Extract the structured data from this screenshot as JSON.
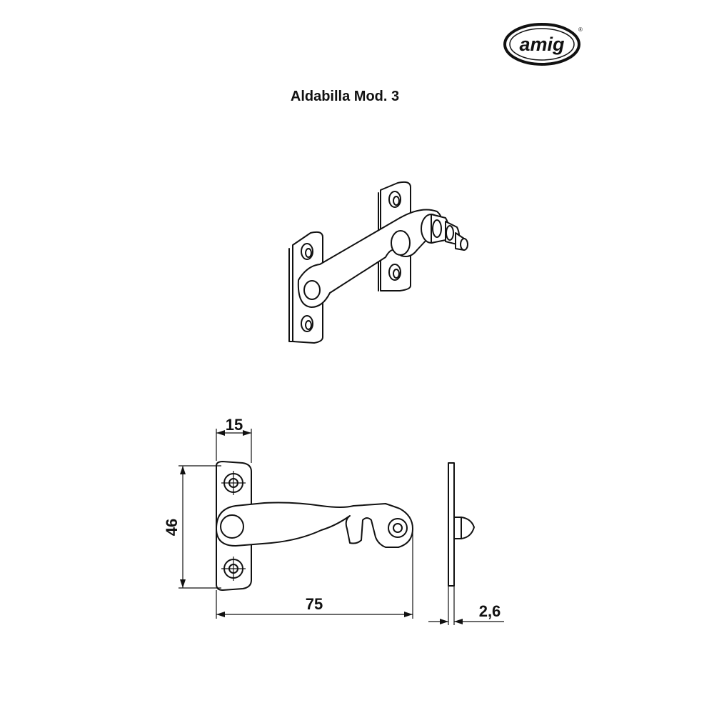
{
  "logo": {
    "text": "amig",
    "mark": "®"
  },
  "title": "Aldabilla Mod. 3",
  "dimensions": {
    "width_plate": "15",
    "height": "46",
    "length": "75",
    "thickness": "2,6"
  }
}
